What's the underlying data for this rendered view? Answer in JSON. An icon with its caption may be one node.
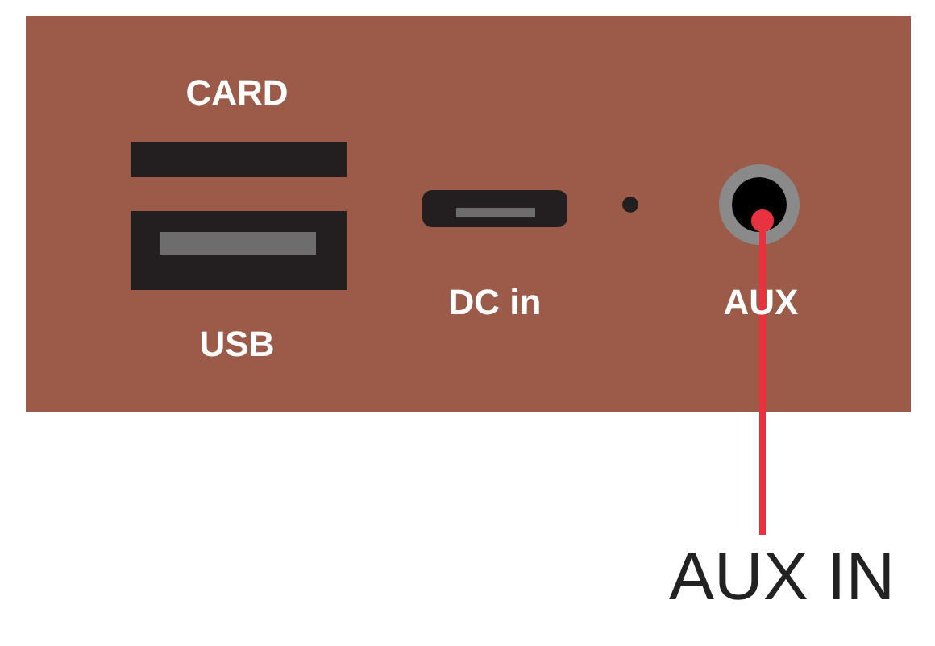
{
  "diagram": {
    "nodes": [
      {
        "text": [
          "AUX IN"
        ]
      },
      {
        "text": [],
        "shape": "circle"
      }
    ],
    "edges": [
      {
        "from": 0,
        "to": 1,
        "arrow": "other",
        "color": "#e8323f"
      }
    ],
    "labels": [
      "CARD",
      "USB",
      "DC in",
      "AUX"
    ]
  }
}
